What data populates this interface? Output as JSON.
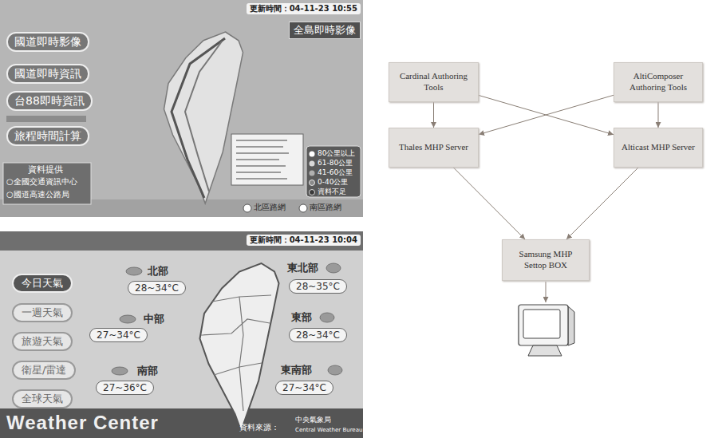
{
  "diagram": {
    "nodes": [
      {
        "text": [
          "Cardinal Authoring Tools"
        ]
      },
      {
        "text": [
          "AltiComposer Authoring Tools"
        ]
      },
      {
        "text": [
          "Thales MHP Server"
        ]
      },
      {
        "text": [
          "Alticast MHP Server"
        ]
      },
      {
        "text": [
          "Samsung MHP Settop BOX"
        ]
      }
    ],
    "edges": [
      {
        "from": 0,
        "to": 2,
        "arrow": "to"
      },
      {
        "from": 0,
        "to": 3,
        "arrow": "to"
      },
      {
        "from": 1,
        "to": 2,
        "arrow": "to"
      },
      {
        "from": 1,
        "to": 3,
        "arrow": "to"
      },
      {
        "from": 2,
        "to": 4,
        "arrow": "to"
      },
      {
        "from": 3,
        "to": 4,
        "arrow": "to"
      }
    ],
    "labels": [
      "更新時間：04-11-23 10:55",
      "全島即時影像",
      "國道即時影像",
      "國道即時資訊",
      "台88即時資訊",
      "旅程時間計算",
      "資料提供",
      "○全國交通資訊中心",
      "○國道高速公路局",
      "80公里以上",
      "61-80公里",
      "41-60公里",
      "0-40公里",
      "資料不足",
      "北區路網",
      "南區路網",
      "更新時間：04-11-23 10:04",
      "今日天氣",
      "一週天氣",
      "旅遊天氣",
      "衛星/雷達",
      "全球天氣",
      "北部",
      "28~34°C",
      "東北部",
      "28~35°C",
      "中部",
      "27~34°C",
      "東部",
      "28~34°C",
      "南部",
      "27~36°C",
      "東南部",
      "27~34°C",
      "Weather Center",
      "資料來源：",
      "中央氣象局",
      "Central Weather Bureau"
    ]
  }
}
